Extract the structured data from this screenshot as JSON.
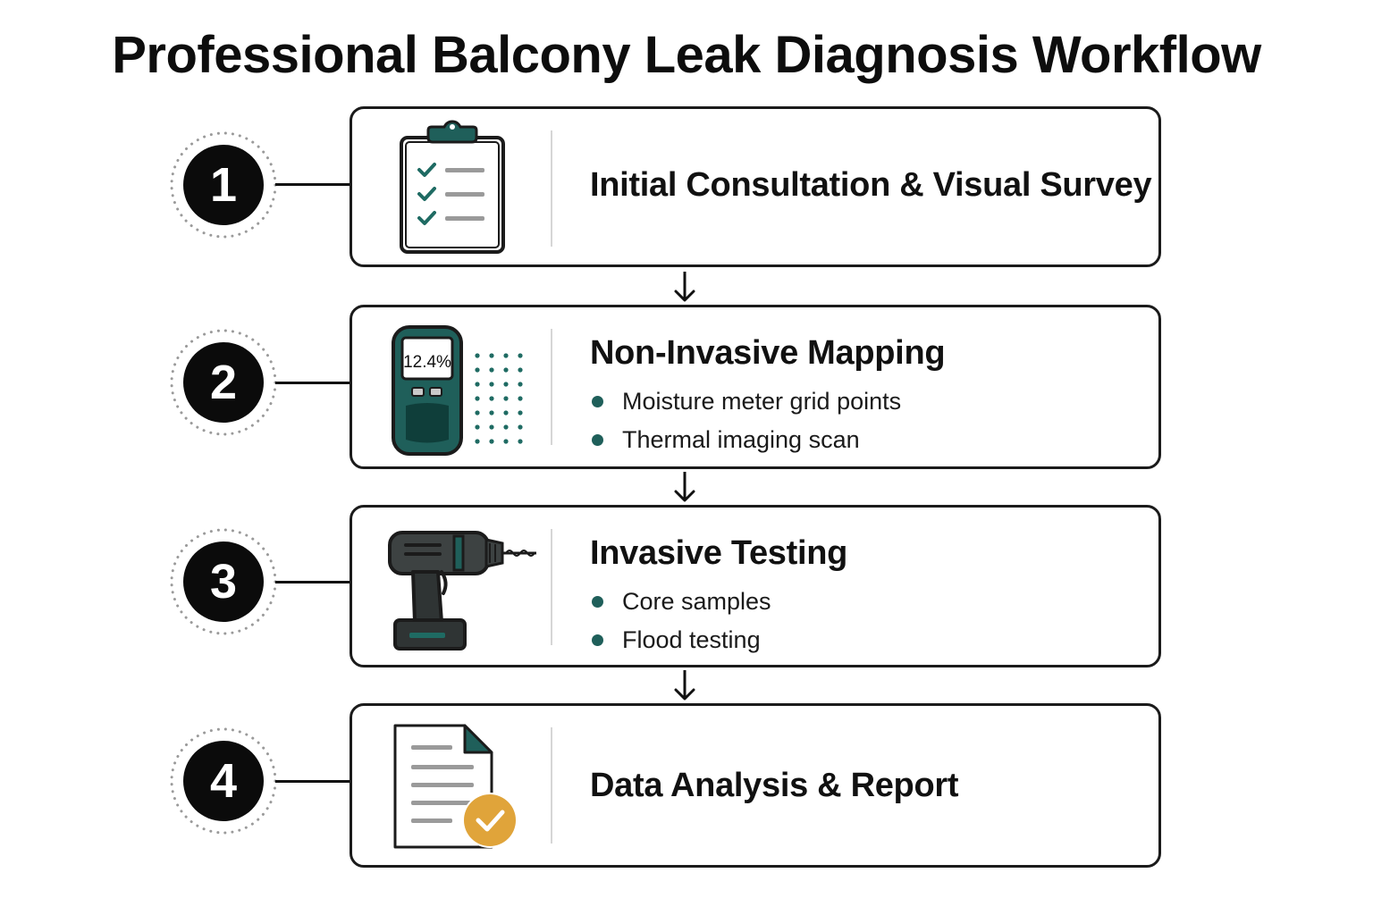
{
  "title": "Professional Balcony Leak Diagnosis Workflow",
  "colors": {
    "accent_teal": "#1f5f5a",
    "check_teal": "#1f6b63",
    "report_badge": "#e0a43a",
    "outline": "#1b1b1b"
  },
  "steps": [
    {
      "number": "1",
      "heading": "Initial Consultation & Visual Survey",
      "icon": "clipboard-checklist-icon",
      "bullets": []
    },
    {
      "number": "2",
      "heading": "Non-Invasive Mapping",
      "icon": "moisture-meter-icon",
      "meter_reading": "12.4%",
      "bullets": [
        "Moisture meter grid points",
        "Thermal imaging scan"
      ]
    },
    {
      "number": "3",
      "heading": "Invasive Testing",
      "icon": "drill-icon",
      "bullets": [
        "Core samples",
        "Flood testing"
      ]
    },
    {
      "number": "4",
      "heading": "Data Analysis & Report",
      "icon": "report-document-icon",
      "bullets": []
    }
  ]
}
